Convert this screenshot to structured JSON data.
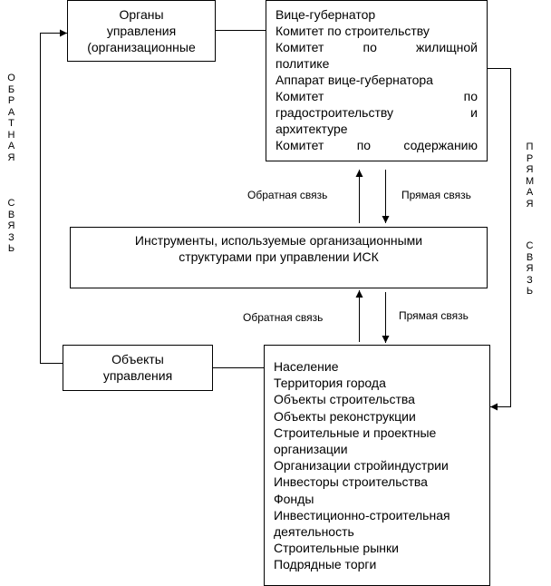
{
  "organs_box": {
    "lines": [
      "Органы",
      "управления",
      "(организационные"
    ]
  },
  "structures_box": {
    "lines": [
      "Вице-губернатор",
      "Комитет по строительству",
      "Комитет по жилищной",
      "политике",
      "Аппарат вице-губернатора",
      "Комитет по",
      "градостроительству и",
      "архитектуре",
      "Комитет по содержанию"
    ]
  },
  "instruments_box": {
    "lines": [
      "Инструменты, используемые организационными",
      "структурами при управлении ИСК"
    ]
  },
  "objects_box": {
    "lines": [
      "Объекты",
      "управления"
    ]
  },
  "objects_list_box": {
    "lines": [
      "Население",
      "Территория города",
      "Объекты строительства",
      "Объекты реконструкции",
      "Строительные и проектные",
      "организации",
      "Организации стройиндустрии",
      "Инвесторы строительства",
      "Фонды",
      "Инвестиционно-строительная",
      "деятельность",
      "Строительные рынки",
      "Подрядные торги"
    ]
  },
  "arrow_labels": {
    "upper_feedback": "Обратная связь",
    "upper_direct": "Прямая связь",
    "lower_feedback": "Обратная связь",
    "lower_direct": "Прямая связь"
  },
  "side_left": [
    "ОБРАТНАЯ",
    "СВЯЗЬ"
  ],
  "side_right": [
    "ПРЯМАЯ",
    "СВЯЗЬ"
  ]
}
